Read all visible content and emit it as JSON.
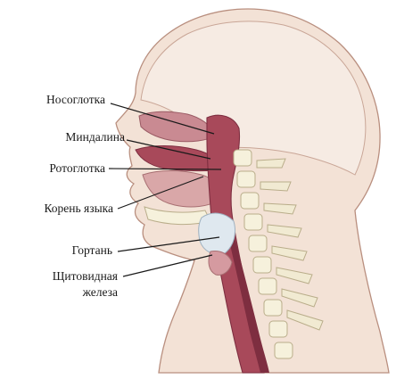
{
  "labels": {
    "nasopharynx": "Носоглотка",
    "tonsil": "Миндалина",
    "oropharynx": "Ротоглотка",
    "tongue_root": "Корень языка",
    "larynx": "Гортань",
    "thyroid_line1": "Щитовидная",
    "thyroid_line2": "железа"
  },
  "colors": {
    "skin": "#f3e2d6",
    "skin_outline": "#b98f7f",
    "airway": "#a8495a",
    "airway_dark": "#7e2e40",
    "tissue": "#d9a7a8",
    "bone": "#f6f1dc",
    "bone_outline": "#b9ad8a",
    "cartilage": "#dfe8ef",
    "leader_line": "#1a1a1a"
  }
}
